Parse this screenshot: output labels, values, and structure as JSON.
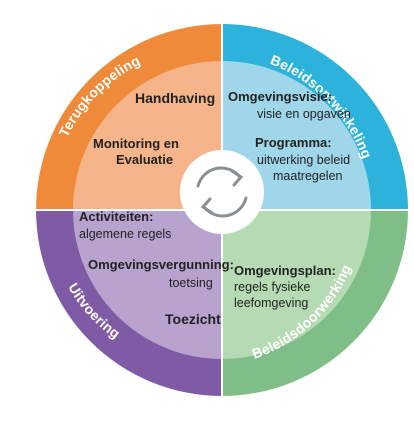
{
  "colors": {
    "terugkoppeling": "#EE8A3A",
    "terugkoppeling_light": "#F5B489",
    "beleidsontwikkeling": "#2DB2DC",
    "beleidsontwikkeling_light": "#9FD6EA",
    "beleidsdoorwerking": "#7FBE86",
    "beleidsdoorwerking_light": "#B6DBB4",
    "uitvoering": "#7F5BA6",
    "uitvoering_light": "#B8A3CF",
    "center": "#ffffff",
    "center_icon": "#8A8F93"
  },
  "ring": {
    "terugkoppeling": "Terugkoppeling",
    "beleidsontwikkeling": "Beleidsontwikkeling",
    "beleidsdoorwerking": "Beleidsdoorwerking",
    "uitvoering": "Uitvoering"
  },
  "quadrants": {
    "top_left": {
      "handhaving": "Handhaving",
      "monitoring_line1": "Monitoring en",
      "monitoring_line2": "Evaluatie"
    },
    "top_right": {
      "omgevingsvisie_title": "Omgevingsvisie:",
      "omgevingsvisie_text": "visie en opgaven",
      "programma_title": "Programma:",
      "programma_line1": "uitwerking beleid",
      "programma_line2": "maatregelen"
    },
    "bottom_right": {
      "omgevingsplan_title": "Omgevingsplan:",
      "omgevingsplan_line1": "regels fysieke",
      "omgevingsplan_line2": "leefomgeving"
    },
    "bottom_left": {
      "activiteiten_title": "Activiteiten:",
      "activiteiten_text": "algemene regels",
      "vergunning_title": "Omgevingsvergunning:",
      "vergunning_text": "toetsing",
      "toezicht": "Toezicht"
    }
  },
  "center_icon": "refresh-cycle-icon"
}
